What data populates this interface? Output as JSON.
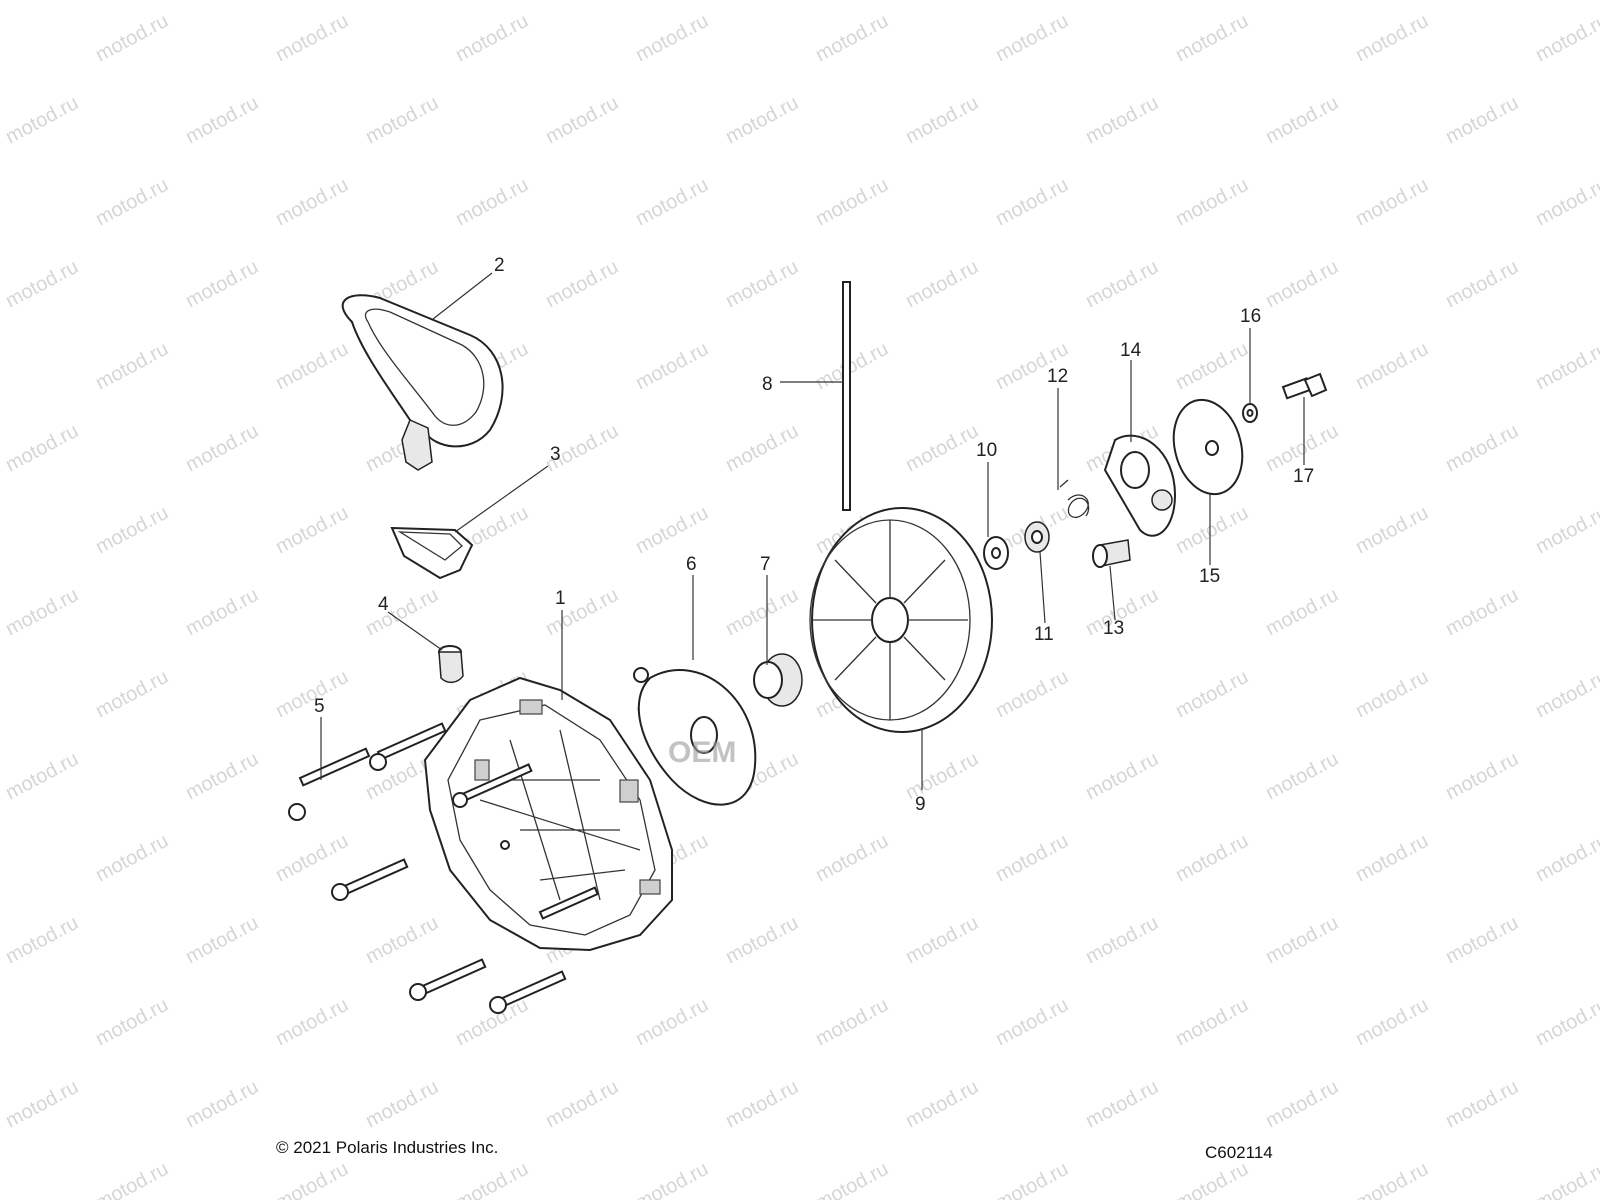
{
  "diagram": {
    "watermark_text": "motod.ru",
    "overlay_text": "OEM",
    "copyright": "© 2021 Polaris Industries Inc.",
    "drawing_code": "C602114",
    "callouts": [
      {
        "id": "1",
        "part": "housing"
      },
      {
        "id": "2",
        "part": "handle"
      },
      {
        "id": "3",
        "part": "rope-guide"
      },
      {
        "id": "4",
        "part": "bushing"
      },
      {
        "id": "5",
        "part": "bolt"
      },
      {
        "id": "6",
        "part": "spring-plate"
      },
      {
        "id": "7",
        "part": "spacer"
      },
      {
        "id": "8",
        "part": "rope"
      },
      {
        "id": "9",
        "part": "pulley"
      },
      {
        "id": "10",
        "part": "washer"
      },
      {
        "id": "11",
        "part": "bearing"
      },
      {
        "id": "12",
        "part": "spring"
      },
      {
        "id": "13",
        "part": "pin"
      },
      {
        "id": "14",
        "part": "pawl-plate"
      },
      {
        "id": "15",
        "part": "cover-plate"
      },
      {
        "id": "16",
        "part": "washer-small"
      },
      {
        "id": "17",
        "part": "bolt-center"
      }
    ]
  }
}
